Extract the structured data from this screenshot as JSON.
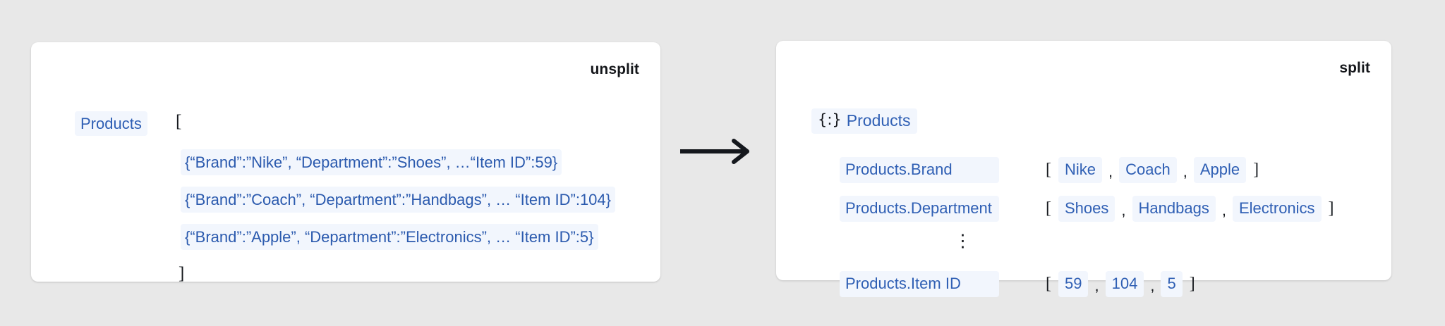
{
  "diagram": {
    "arrow_icon": "arrow-right-icon",
    "left_card": {
      "tag": "unsplit",
      "root_key": "Products",
      "open_bracket": "[",
      "close_bracket": "]",
      "rows": [
        "{“Brand”:”Nike”, “Department”:”Shoes”, …“Item ID”:59}",
        "{“Brand”:”Coach”, “Department”:”Handbags”, … “Item ID”:104}",
        "{“Brand”:”Apple”, “Department”:”Electronics”, … “Item ID”:5}"
      ]
    },
    "right_card": {
      "tag": "split",
      "object_icon": "{:}",
      "object_icon_name": "json-object-icon",
      "object_label": "Products",
      "ellipsis": "⋮",
      "open_bracket": "[",
      "close_bracket": "]",
      "separator": ",",
      "fields": [
        {
          "key": "Products.Brand",
          "values": [
            "Nike",
            "Coach",
            "Apple"
          ]
        },
        {
          "key": "Products.Department",
          "values": [
            "Shoes",
            "Handbags",
            "Electronics"
          ]
        },
        {
          "key": "Products.Item ID",
          "values": [
            "59",
            "104",
            "5"
          ]
        }
      ]
    }
  },
  "colors": {
    "background": "#e8e8e8",
    "card": "#ffffff",
    "chip_bg": "#f2f6fd",
    "chip_text": "#2f5fb4",
    "ink": "#15181d"
  }
}
